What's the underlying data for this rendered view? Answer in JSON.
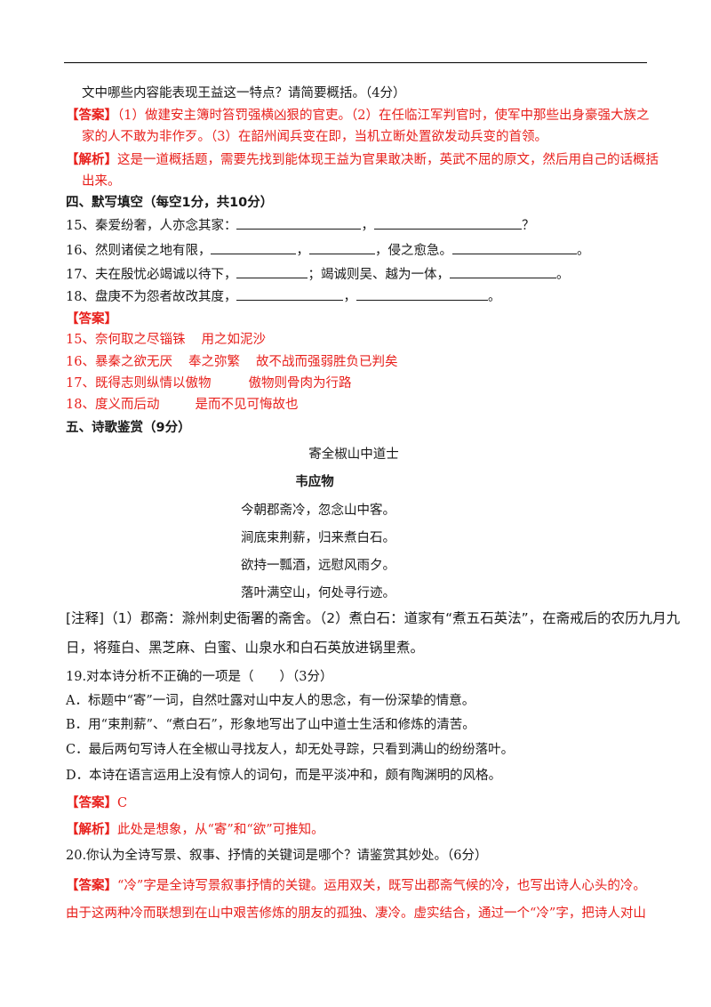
{
  "q_prev": {
    "tail": "文中哪些内容能表现王益这一特点？请简要概括。（4分）",
    "ans_tag": "【答案】",
    "ans_l1": "（1）做建安主簿时笞罚强横凶狠的官吏。（2）在任临江军判官时，使军中那些出身豪强大族之",
    "ans_l2": "家的人不敢为非作歹。（3）在韶州闻兵变在即，当机立断处置欲发动兵变的首领。",
    "exp_tag": "【解析】",
    "exp_l1": "这是一道概括题，需要先找到能体现王益为官果敢决断，英武不屈的原文，然后用自己的话概括",
    "exp_l2": "出来。"
  },
  "section4": {
    "heading": "四、默写填空（每空1分，共10分）",
    "q15": {
      "a": "15、秦爱纷奢，人亦念其家：",
      "b": "，",
      "c": "？"
    },
    "q16": {
      "a": "16、然则诸侯之地有限，",
      "b": "，",
      "c": "，侵之愈急。",
      "d": "。"
    },
    "q17": {
      "a": "17、夫在殷忧必竭诚以待下，",
      "b": "；竭诚则吴、越为一体，",
      "c": "。"
    },
    "q18": {
      "a": "18、盘庚不为怨者故改其度，",
      "b": "，",
      "c": "。"
    },
    "ans_tag": "【答案】",
    "answers": [
      {
        "num": "15、",
        "p1": "奈何取之尽锱铢",
        "p2": "用之如泥沙"
      },
      {
        "num": "16、",
        "p1": "暴秦之欲无厌",
        "p2": "奉之弥繁",
        "p3": "故不战而强弱胜负已判矣"
      },
      {
        "num": "17、",
        "p1": "既得志则纵情以傲物",
        "p2": "傲物则骨肉为行路"
      },
      {
        "num": "18、",
        "p1": "度义而后动",
        "p2": "是而不见可悔故也"
      }
    ]
  },
  "section5": {
    "heading": "五、诗歌鉴赏（9分）",
    "poem_title": "寄全椒山中道士",
    "author": "韦应物",
    "lines": [
      "今朝郡斋冷，忽念山中客。",
      "涧底束荆薪，归来煮白石。",
      "欲持一瓢酒，远慰风雨夕。",
      "落叶满空山，何处寻行迹。"
    ],
    "note_l1": "[注释]（1）郡斋：滁州刺史衙署的斋舍。（2）煮白石：道家有“煮五石英法”，在斋戒后的农历九月九",
    "note_l2": "日，将薤白、黑芝麻、白蜜、山泉水和白石英放进锅里煮。",
    "q19": "19.对本诗分析不正确的一项是（　　）（3分）",
    "opts": [
      "A．标题中“寄”一词，自然吐露对山中友人的思念，有一份深挚的情意。",
      "B．用“束荆薪”、“煮白石”，形象地写出了山中道士生活和修炼的清苦。",
      "C．最后两句写诗人在全椒山寻找友人，却无处寻踪，只看到满山的纷纷落叶。",
      "D．本诗在语言运用上没有惊人的词句，而是平淡冲和，颇有陶渊明的风格。"
    ],
    "q19_ans_tag": "【答案】",
    "q19_ans": "C",
    "q19_exp_tag": "【解析】",
    "q19_exp": "此处是想象，从“寄”和“欲”可推知。",
    "q20": "20.你认为全诗写景、叙事、抒情的关键词是哪个？请鉴赏其妙处。（6分）",
    "q20_ans_tag": "【答案】",
    "q20_ans_l1": "“冷”字是全诗写景叙事抒情的关键。运用双关，既写出郡斋气候的冷，也写出诗人心头的冷。",
    "q20_ans_l2": "由于这两种冷而联想到在山中艰苦修炼的朋友的孤独、凄冷。虚实结合，通过一个“冷”字，把诗人对山"
  }
}
